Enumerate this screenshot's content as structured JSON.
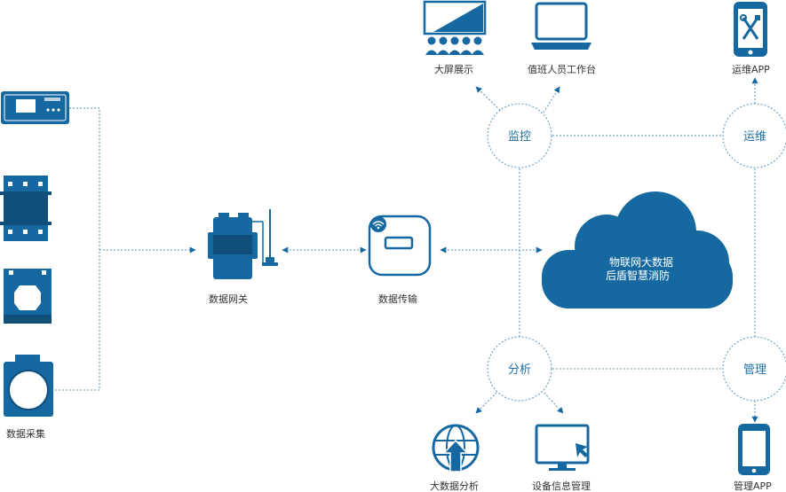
{
  "colors": {
    "primary": "#1569a0",
    "dark": "#0f4f7a",
    "line": "#5a93b8",
    "text": "#333333"
  },
  "labels": {
    "big_screen": "大屏展示",
    "duty_station": "值班人员工作台",
    "ops_app": "运维APP",
    "monitor": "监控",
    "ops": "运维",
    "cloud_line1": "物联网大数据",
    "cloud_line2": "后盾智慧消防",
    "gateway": "数据网关",
    "transmission": "数据传输",
    "collection": "数据采集",
    "analysis": "分析",
    "manage": "管理",
    "big_data_analysis": "大数据分析",
    "device_info": "设备信息管理",
    "manage_app": "管理APP"
  },
  "icons": {
    "meter": "energy-meter-icon",
    "din_module": "din-rail-module-icon",
    "ct_square": "square-current-transformer-icon",
    "ct_round": "round-current-transformer-icon",
    "gateway": "gateway-device-icon",
    "transmitter": "wireless-transmitter-icon",
    "cloud": "cloud-icon",
    "big_screen": "big-screen-audience-icon",
    "laptop": "laptop-icon",
    "ops_phone": "phone-tools-icon",
    "globe": "globe-arrow-icon",
    "monitor": "monitor-cursor-icon",
    "manage_phone": "phone-icon"
  }
}
